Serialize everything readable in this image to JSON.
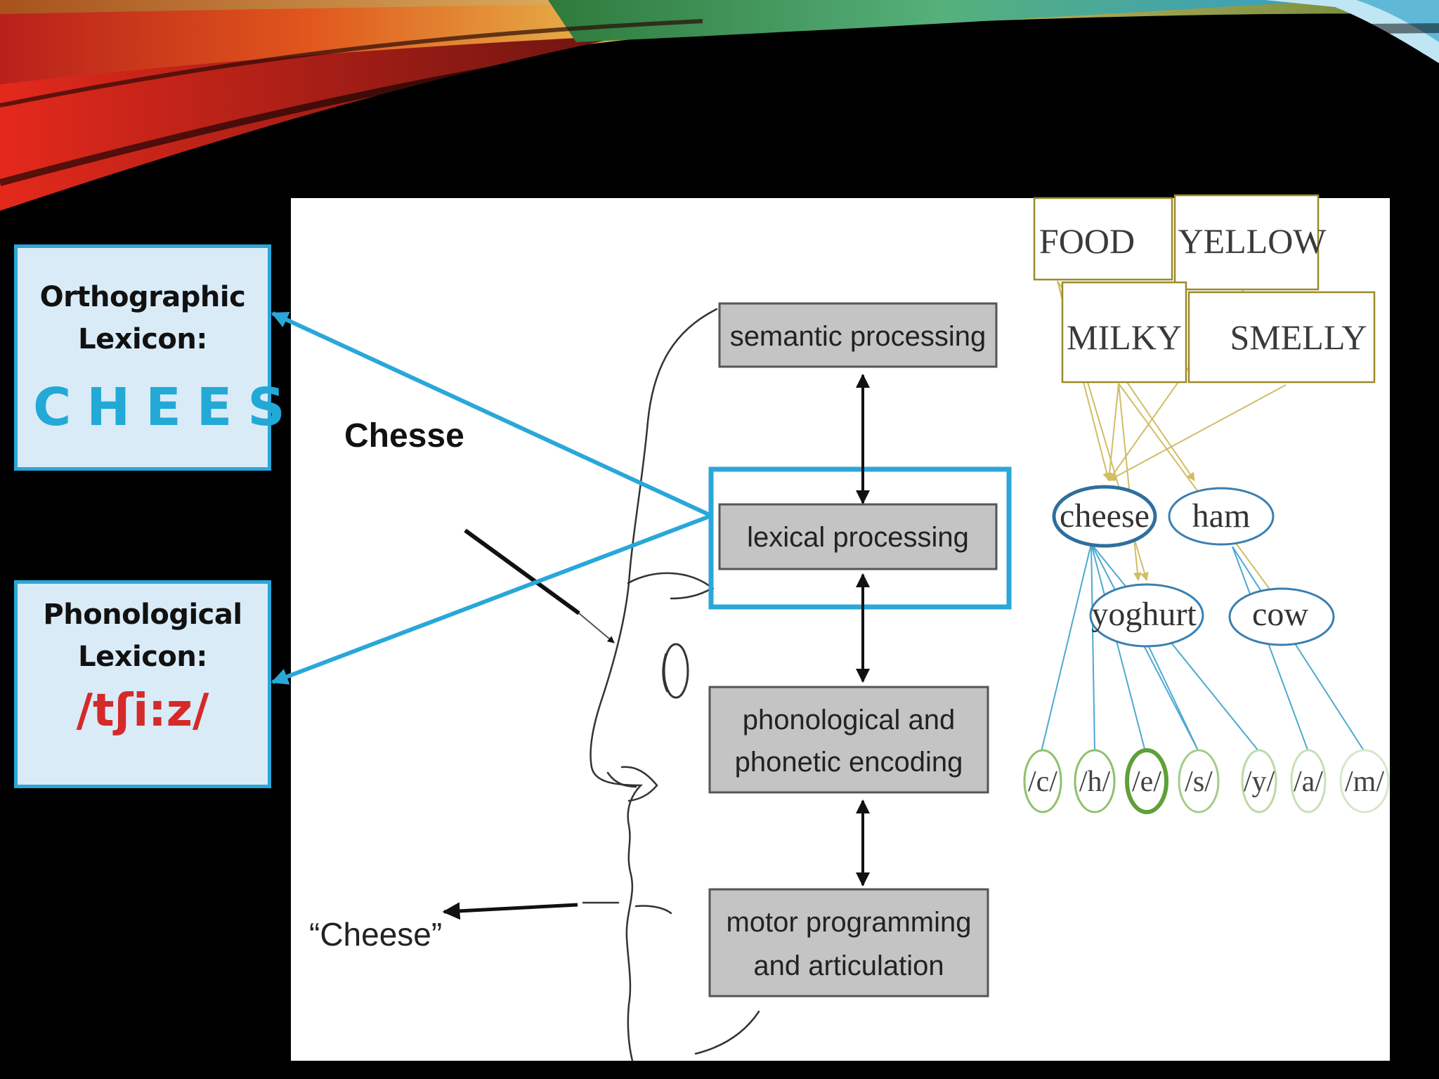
{
  "left_boxes": {
    "orthographic": {
      "title_line1": "Orthographic",
      "title_line2": "Lexicon:",
      "word": "CHEESE"
    },
    "phonological": {
      "title_line1": "Phonological",
      "title_line2": "Lexicon:",
      "word": "/tʃi:z/"
    }
  },
  "diagram": {
    "input_word": "Chesse",
    "output_word": "“Cheese”",
    "stages": {
      "semantic": "semantic processing",
      "lexical": "lexical processing",
      "phonological_line1": "phonological and",
      "phonological_line2": "phonetic encoding",
      "motor_line1": "motor programming",
      "motor_line2": "and articulation"
    }
  },
  "network": {
    "features": {
      "food": "FOOD",
      "yellow": "YELLOW",
      "milky": "MILKY",
      "smelly": "SMELLY"
    },
    "words": {
      "cheese": "cheese",
      "ham": "ham",
      "yoghurt": "yoghurt",
      "cow": "cow"
    },
    "letters": {
      "c": "/c/",
      "h": "/h/",
      "e": "/e/",
      "s": "/s/",
      "y": "/y/",
      "a": "/a/",
      "m": "/m/"
    }
  },
  "colors": {
    "accent_blue": "#2aa7d9",
    "phonology_red": "#d42a2a",
    "feature_gold": "#9b8a2a",
    "link_blue": "#3aa0cc",
    "letter_green": "#8fc06a",
    "stage_gray": "#c4c4c4"
  }
}
